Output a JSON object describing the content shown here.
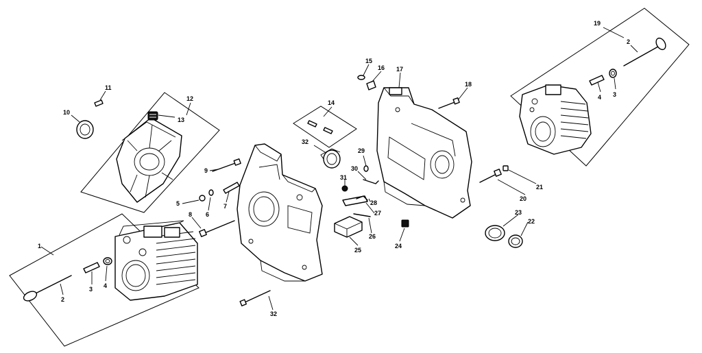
{
  "callouts": {
    "c1": "1",
    "c2a": "2",
    "c3a": "3",
    "c4a": "4",
    "c5": "5",
    "c6": "6",
    "c7": "7",
    "c8": "8",
    "c9": "9",
    "c10": "10",
    "c11": "11",
    "c12": "12",
    "c13": "13",
    "c14": "14",
    "c15": "15",
    "c16": "16",
    "c17": "17",
    "c18": "18",
    "c19": "19",
    "c2b": "2",
    "c3b": "3",
    "c4b": "4",
    "c20": "20",
    "c21": "21",
    "c22": "22",
    "c23": "23",
    "c24": "24",
    "c25": "25",
    "c26": "26",
    "c27": "27",
    "c28": "28",
    "c29": "29",
    "c30": "30",
    "c31": "31",
    "c32a": "32",
    "c32b": "32"
  }
}
